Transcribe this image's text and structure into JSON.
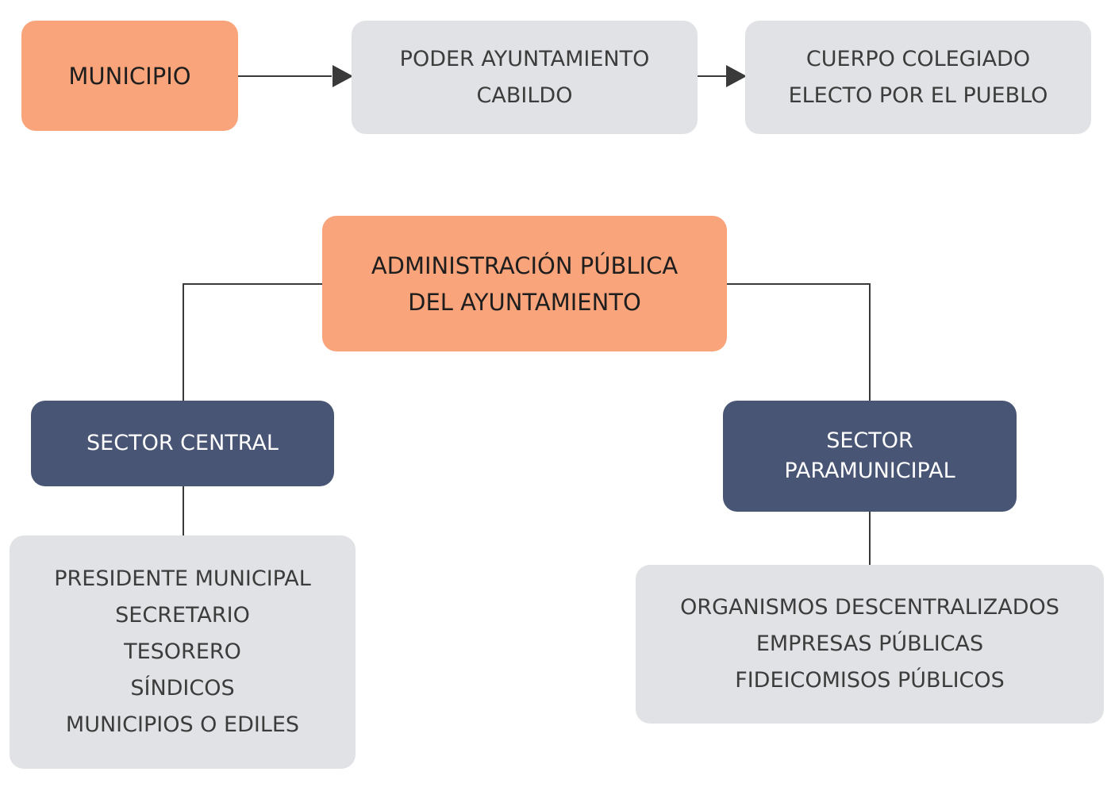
{
  "diagram": {
    "municipio": {
      "lines": [
        "MUNICIPIO"
      ]
    },
    "poder": {
      "lines": [
        "PODER AYUNTAMIENTO",
        "CABILDO"
      ]
    },
    "cuerpo": {
      "lines": [
        "CUERPO COLEGIADO",
        "ELECTO POR EL PUEBLO"
      ]
    },
    "admin": {
      "lines": [
        "ADMINISTRACIÓN PÚBLICA",
        "DEL AYUNTAMIENTO"
      ]
    },
    "sector_central": {
      "lines": [
        "SECTOR CENTRAL"
      ]
    },
    "sector_paramunicipal": {
      "lines": [
        "SECTOR",
        "PARAMUNICIPAL"
      ]
    },
    "central_members": {
      "lines": [
        "PRESIDENTE MUNICIPAL",
        "SECRETARIO",
        "TESORERO",
        "SÍNDICOS",
        "MUNICIPIOS O EDILES"
      ]
    },
    "paramunicipal_members": {
      "lines": [
        "ORGANISMOS DESCENTRALIZADOS",
        "EMPRESAS PÚBLICAS",
        "FIDEICOMISOS PÚBLICOS"
      ]
    }
  },
  "colors": {
    "primary_box": "#f9a47b",
    "secondary_box": "#e1e2e6",
    "sector_box": "#485574",
    "connector": "#3a3a3a"
  }
}
